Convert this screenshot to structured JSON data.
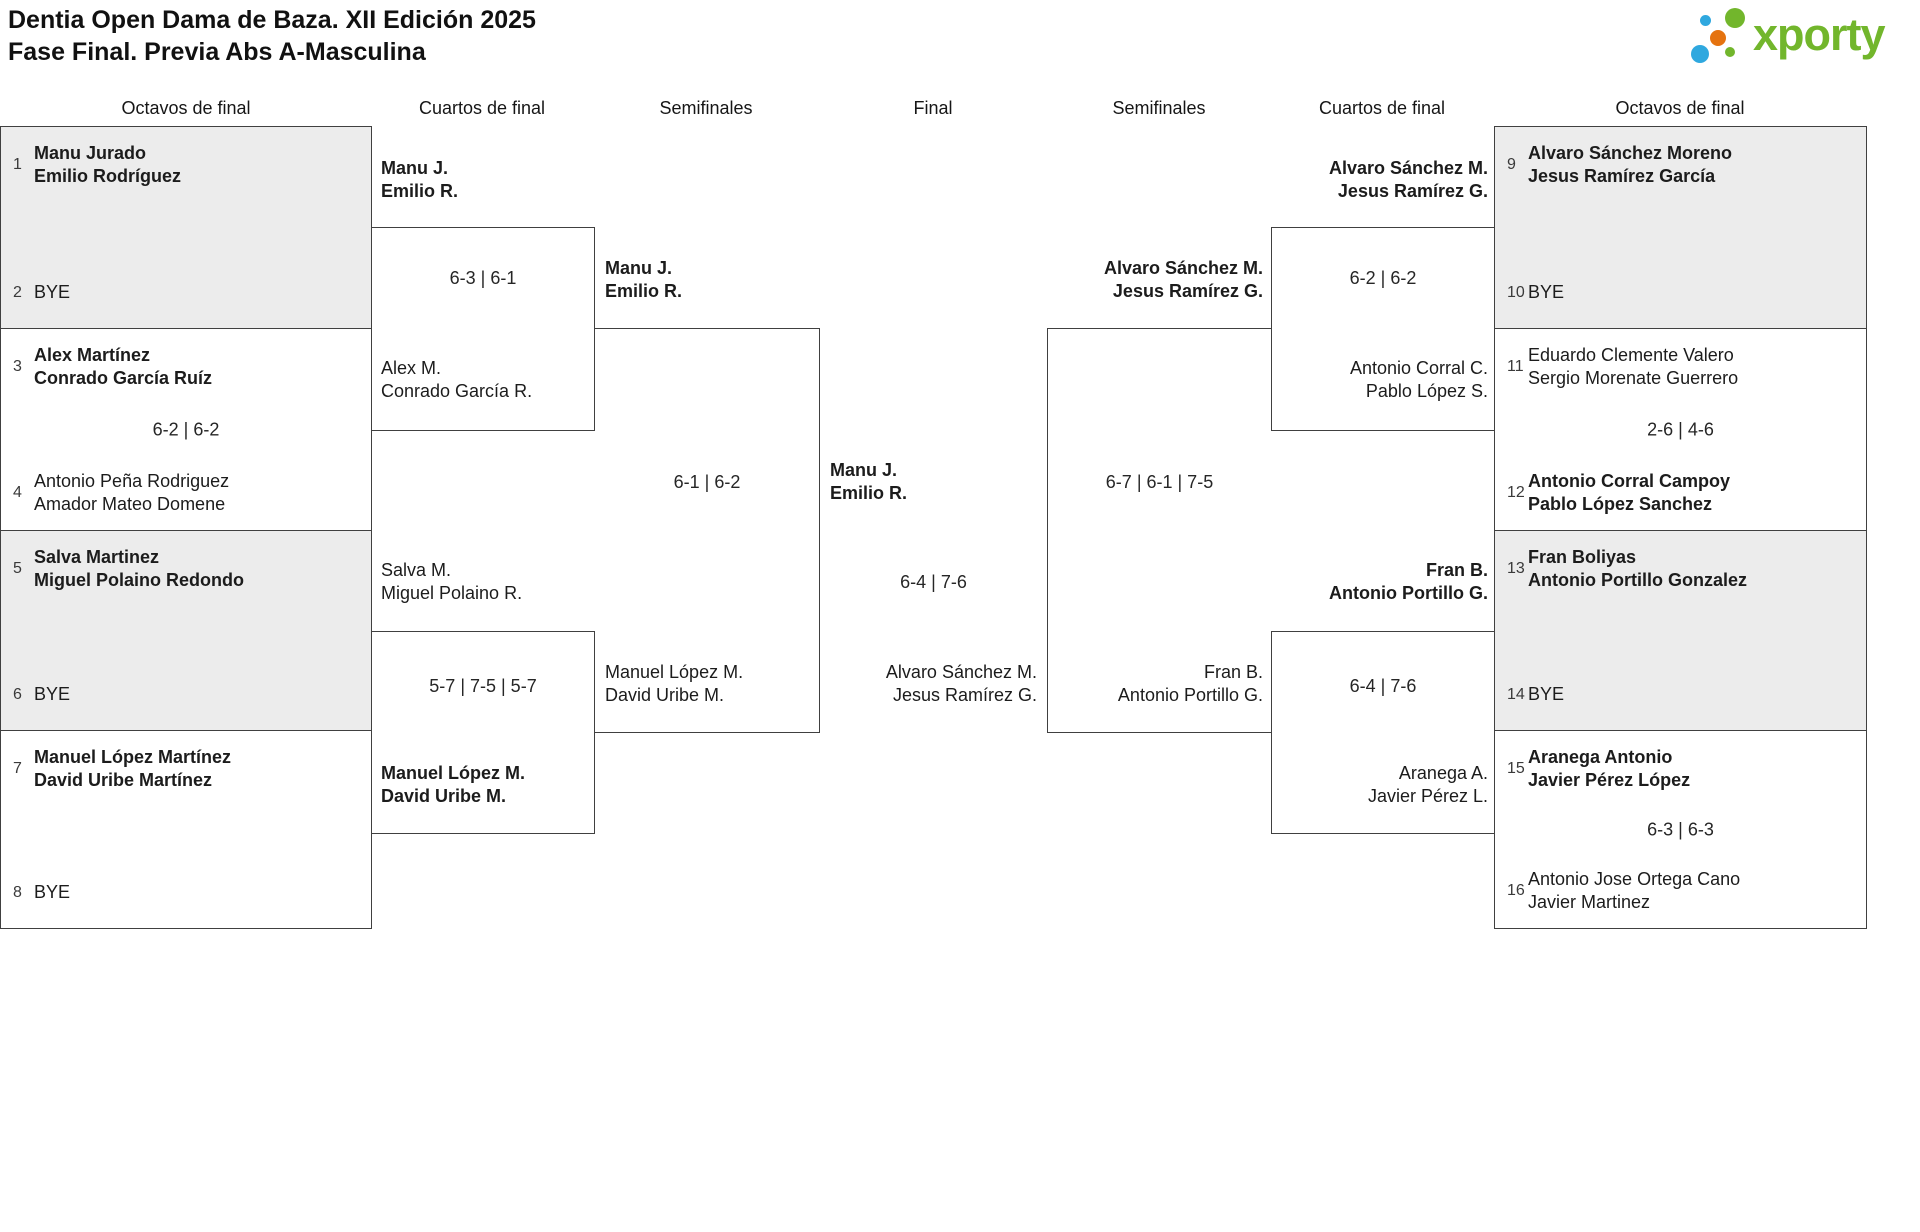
{
  "title": {
    "line1": "Dentia Open Dama de Baza. XII Edición 2025",
    "line2": "Fase Final. Previa Abs A-Masculina"
  },
  "logo": {
    "text": "xporty",
    "colors": {
      "green": "#72b62c",
      "blue": "#2fa8df",
      "orange": "#e5730f"
    }
  },
  "colors": {
    "shaded_box": "#ececec",
    "border": "#404040",
    "text": "#1c1c1c"
  },
  "round_headers": [
    "Octavos de final",
    "Cuartos de final",
    "Semifinales",
    "Final",
    "Semifinales",
    "Cuartos de final",
    "Octavos de final"
  ],
  "r16_left": [
    {
      "shaded": true,
      "score": "",
      "top": {
        "seed": "1",
        "line1": "Manu Jurado",
        "line2": "Emilio Rodríguez",
        "winner": true
      },
      "bottom": {
        "seed": "2",
        "line1": "BYE",
        "winner": false
      }
    },
    {
      "shaded": false,
      "score": "6-2 | 6-2",
      "top": {
        "seed": "3",
        "line1": "Alex Martínez",
        "line2": "Conrado García Ruíz",
        "winner": true
      },
      "bottom": {
        "seed": "4",
        "line1": "Antonio Peña Rodriguez",
        "line2": "Amador Mateo Domene",
        "winner": false
      }
    },
    {
      "shaded": true,
      "score": "",
      "top": {
        "seed": "5",
        "line1": "Salva Martinez",
        "line2": "Miguel Polaino Redondo",
        "winner": true
      },
      "bottom": {
        "seed": "6",
        "line1": "BYE",
        "winner": false
      }
    },
    {
      "shaded": false,
      "score": "",
      "top": {
        "seed": "7",
        "line1": "Manuel López Martínez",
        "line2": "David Uribe Martínez",
        "winner": true
      },
      "bottom": {
        "seed": "8",
        "line1": "BYE",
        "winner": false
      }
    }
  ],
  "r16_right": [
    {
      "shaded": true,
      "score": "",
      "top": {
        "seed": "9",
        "line1": "Alvaro Sánchez Moreno",
        "line2": "Jesus Ramírez García",
        "winner": true
      },
      "bottom": {
        "seed": "10",
        "line1": "BYE",
        "winner": false
      }
    },
    {
      "shaded": false,
      "score": "2-6 | 4-6",
      "top": {
        "seed": "11",
        "line1": "Eduardo Clemente Valero",
        "line2": "Sergio Morenate Guerrero",
        "winner": false
      },
      "bottom": {
        "seed": "12",
        "line1": "Antonio Corral Campoy",
        "line2": "Pablo López Sanchez",
        "winner": true
      }
    },
    {
      "shaded": true,
      "score": "",
      "top": {
        "seed": "13",
        "line1": "Fran Boliyas",
        "line2": "Antonio Portillo Gonzalez",
        "winner": true
      },
      "bottom": {
        "seed": "14",
        "line1": "BYE",
        "winner": false
      }
    },
    {
      "shaded": false,
      "score": "6-3 | 6-3",
      "top": {
        "seed": "15",
        "line1": "Aranega Antonio",
        "line2": "Javier Pérez López",
        "winner": true
      },
      "bottom": {
        "seed": "16",
        "line1": "Antonio Jose Ortega Cano",
        "line2": "Javier Martinez",
        "winner": false
      }
    }
  ],
  "qf_left": [
    {
      "entrant_top": {
        "line1": "Manu J.",
        "line2": "Emilio R.",
        "winner": true
      },
      "score": "6-3 | 6-1",
      "entrant_bottom": {
        "line1": "Alex M.",
        "line2": "Conrado García R.",
        "winner": false
      }
    },
    {
      "entrant_top": {
        "line1": "Salva M.",
        "line2": "Miguel Polaino R.",
        "winner": false
      },
      "score": "5-7 | 7-5 | 5-7",
      "entrant_bottom": {
        "line1": "Manuel López M.",
        "line2": "David Uribe M.",
        "winner": true
      }
    }
  ],
  "qf_right": [
    {
      "entrant_top": {
        "line1": "Alvaro Sánchez M.",
        "line2": "Jesus Ramírez G.",
        "winner": true
      },
      "score": "6-2 | 6-2",
      "entrant_bottom": {
        "line1": "Antonio Corral C.",
        "line2": "Pablo López S.",
        "winner": false
      }
    },
    {
      "entrant_top": {
        "line1": "Fran B.",
        "line2": "Antonio Portillo G.",
        "winner": true
      },
      "score": "6-4 | 7-6",
      "entrant_bottom": {
        "line1": "Aranega A.",
        "line2": "Javier Pérez L.",
        "winner": false
      }
    }
  ],
  "sf_left": {
    "entrant_top": {
      "line1": "Manu J.",
      "line2": "Emilio R.",
      "winner": true
    },
    "score": "6-1 | 6-2",
    "entrant_bottom": {
      "line1": "Manuel López M.",
      "line2": "David Uribe M.",
      "winner": false
    }
  },
  "sf_right": {
    "entrant_top": {
      "line1": "Alvaro Sánchez M.",
      "line2": "Jesus Ramírez G.",
      "winner": true
    },
    "score": "6-7 | 6-1 | 7-5",
    "entrant_bottom": {
      "line1": "Fran B.",
      "line2": "Antonio Portillo G.",
      "winner": false
    }
  },
  "final": {
    "winner": {
      "line1": "Manu J.",
      "line2": "Emilio R."
    },
    "score": "6-4 | 7-6",
    "runner_up": {
      "line1": "Alvaro Sánchez M.",
      "line2": "Jesus Ramírez G."
    }
  }
}
